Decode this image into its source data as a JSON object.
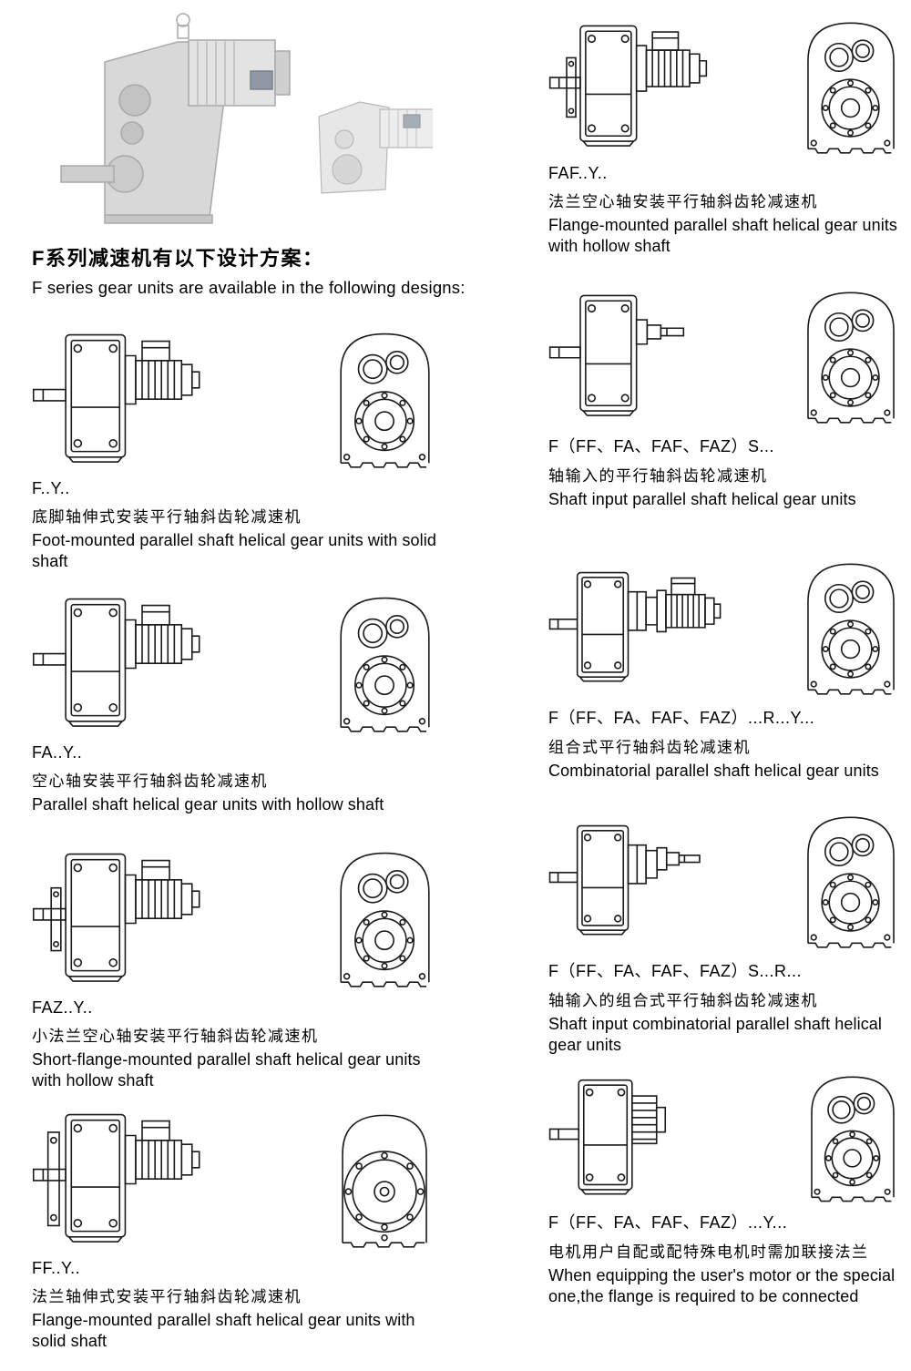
{
  "header": {
    "title_zh": "F系列减速机有以下设计方案：",
    "title_en": "F series gear units are available in the following designs:"
  },
  "left_sections": [
    {
      "code": "F..Y..",
      "zh": "底脚轴伸式安装平行轴斜齿轮减速机",
      "en": "Foot-mounted parallel shaft helical gear units with solid shaft"
    },
    {
      "code": "FA..Y..",
      "zh": "空心轴安装平行轴斜齿轮减速机",
      "en": "Parallel shaft helical gear units with hollow shaft"
    },
    {
      "code": "FAZ..Y..",
      "zh": "小法兰空心轴安装平行轴斜齿轮减速机",
      "en": "Short-flange-mounted parallel shaft helical gear units with hollow shaft"
    },
    {
      "code": "FF..Y..",
      "zh": "法兰轴伸式安装平行轴斜齿轮减速机",
      "en": "Flange-mounted parallel shaft helical gear units with solid shaft"
    }
  ],
  "right_sections": [
    {
      "code": "FAF..Y..",
      "zh": "法兰空心轴安装平行轴斜齿轮减速机",
      "en": "Flange-mounted parallel shaft helical gear units with hollow shaft"
    },
    {
      "code": "F（FF、FA、FAF、FAZ）S...",
      "zh": "轴输入的平行轴斜齿轮减速机",
      "en": "Shaft input parallel shaft helical gear units"
    },
    {
      "code": "F（FF、FA、FAF、FAZ）...R...Y...",
      "zh": "组合式平行轴斜齿轮减速机",
      "en": "Combinatorial parallel shaft helical gear units"
    },
    {
      "code": "F（FF、FA、FAF、FAZ）S...R...",
      "zh": "轴输入的组合式平行轴斜齿轮减速机",
      "en": "Shaft input combinatorial parallel shaft helical gear units"
    },
    {
      "code": "F（FF、FA、FAF、FAZ）...Y...",
      "zh": "电机用户自配或配特殊电机时需加联接法兰",
      "en": "When equipping the user's motor or the special one,the flange is required to be connected"
    }
  ]
}
